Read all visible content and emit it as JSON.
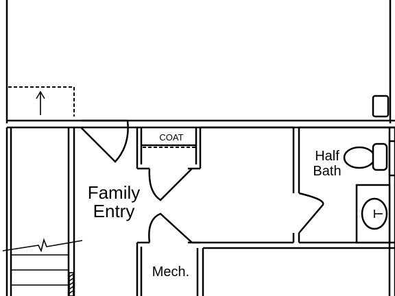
{
  "rooms": {
    "family_entry_line1": "Family",
    "family_entry_line2": "Entry",
    "coat": "COAT",
    "half_bath_line1": "Half",
    "half_bath_line2": "Bath",
    "mech": "Mech."
  },
  "colors": {
    "line": "#000000",
    "background": "#ffffff"
  }
}
